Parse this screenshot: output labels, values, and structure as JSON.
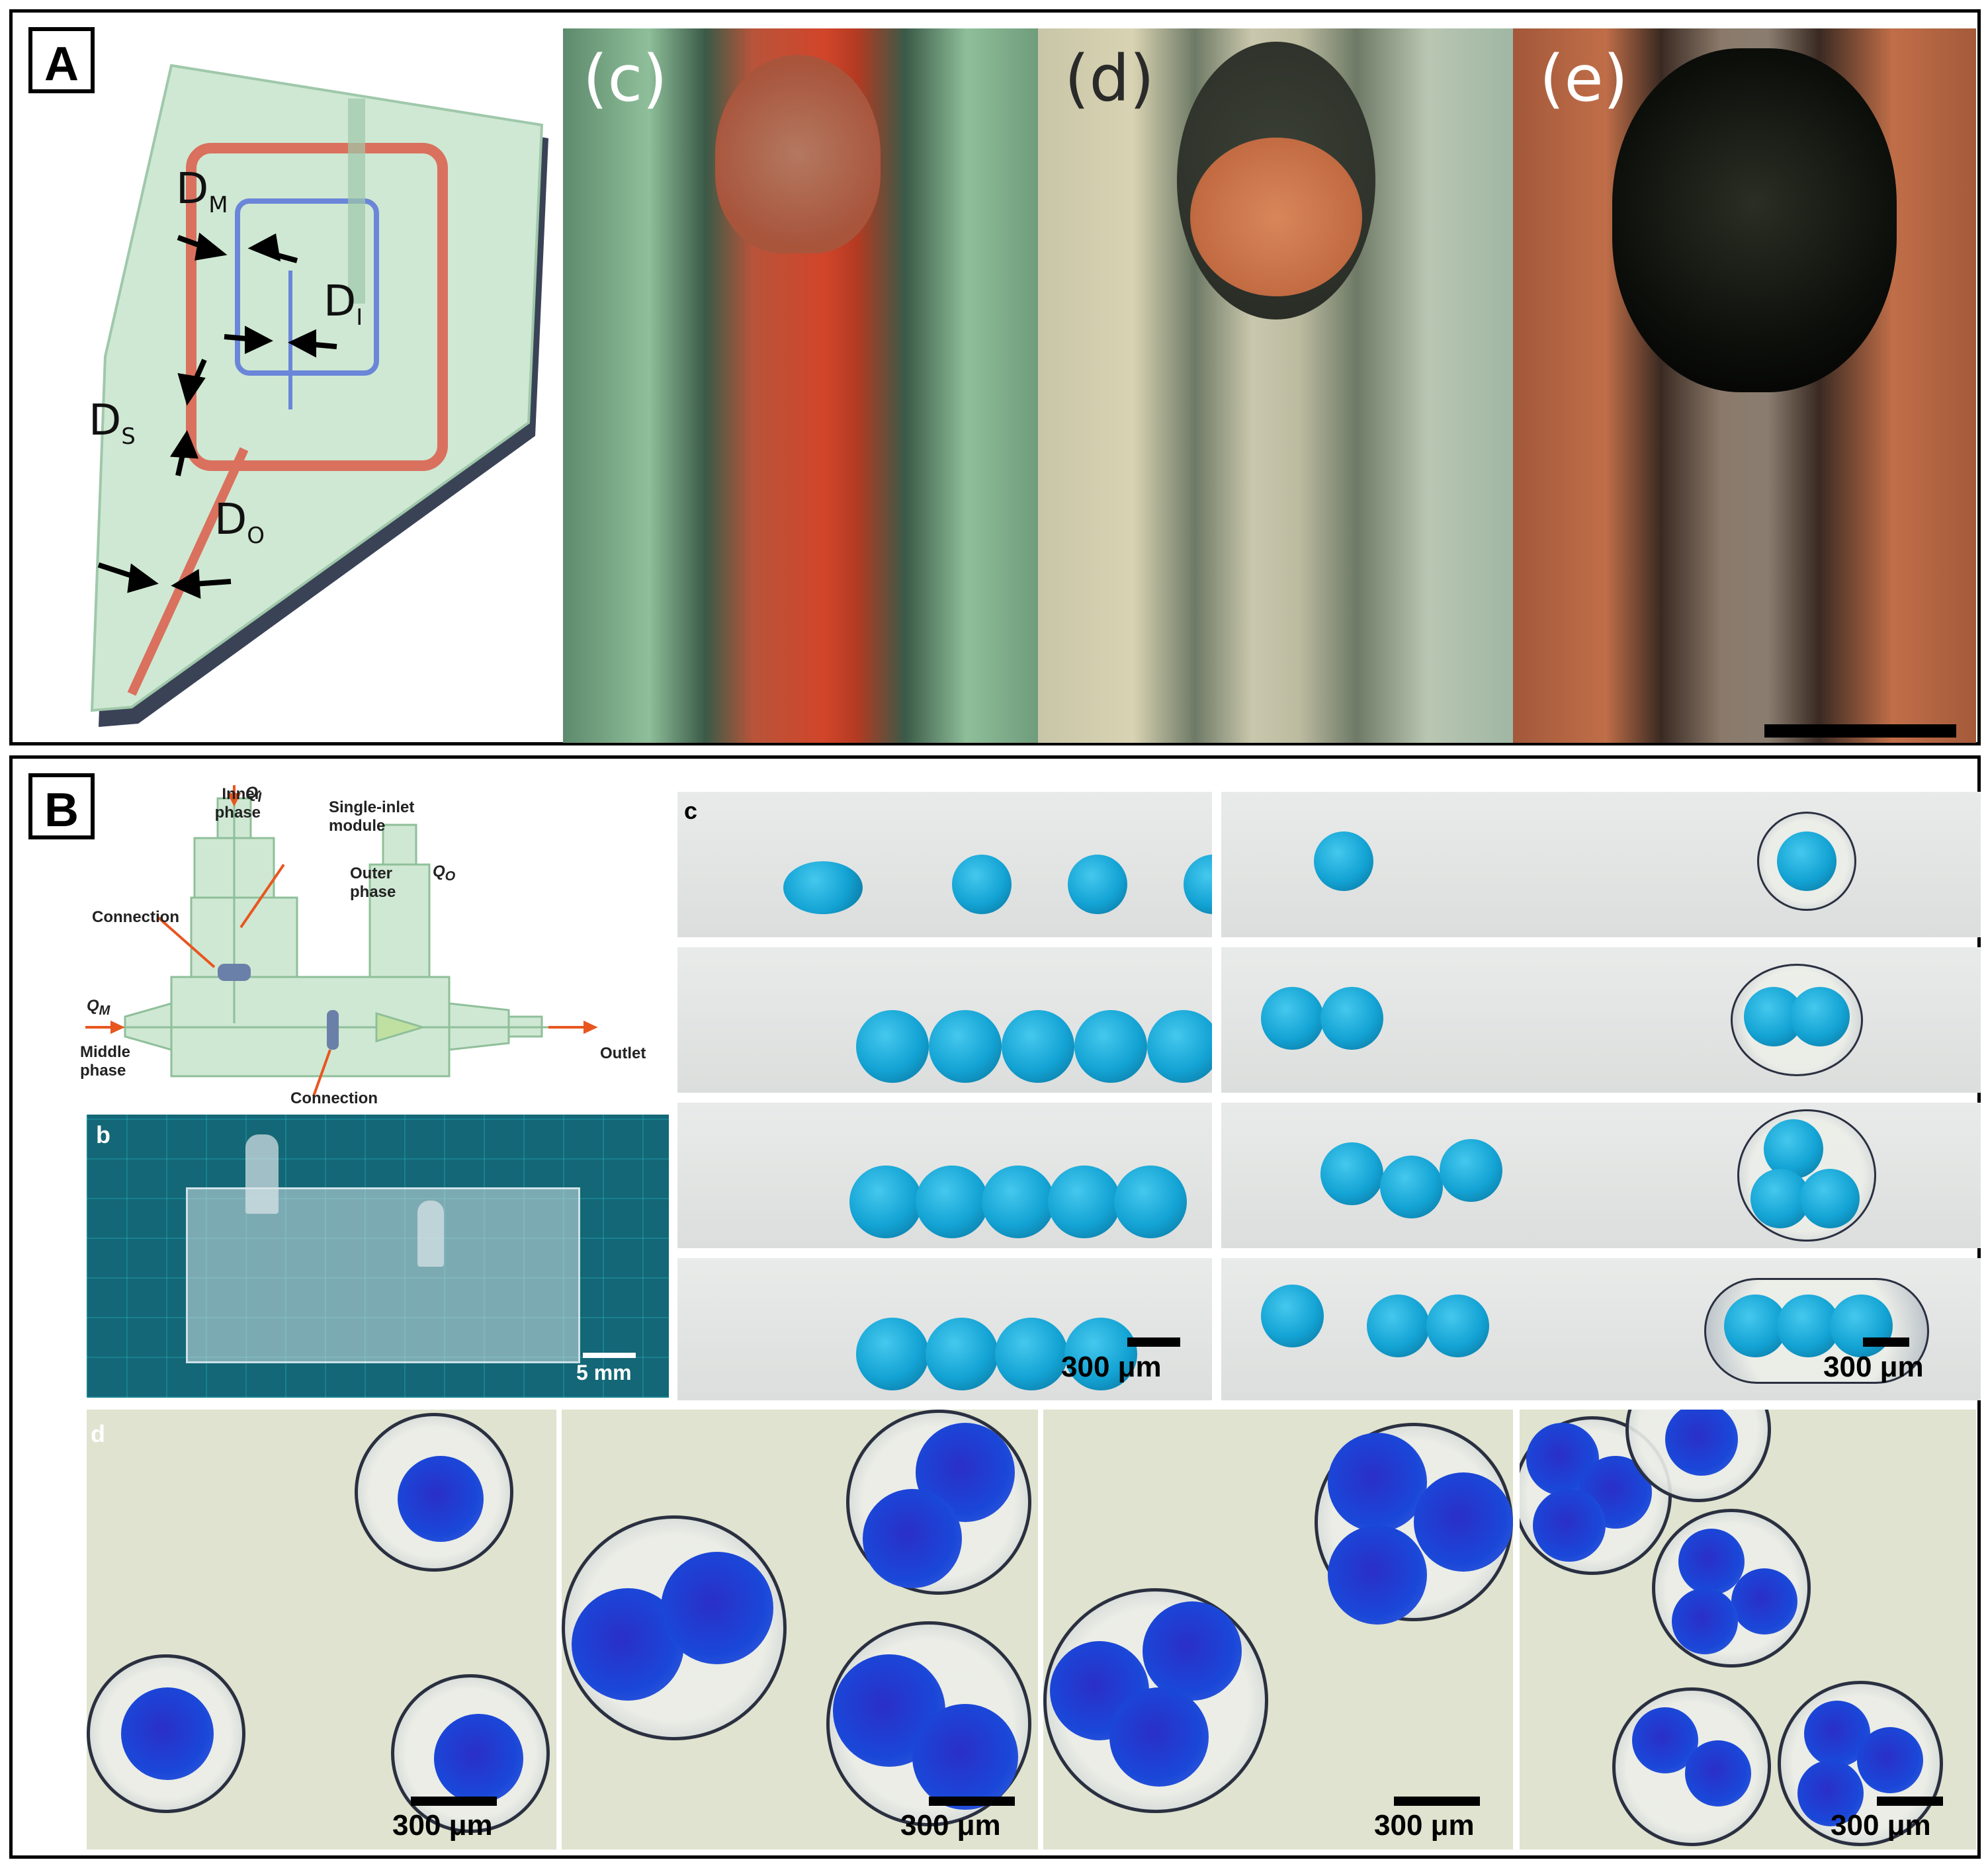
{
  "panel_A": {
    "label": "A",
    "dimension_labels": [
      {
        "main": "D",
        "sub": "M"
      },
      {
        "main": "D",
        "sub": "I"
      },
      {
        "main": "D",
        "sub": "S"
      },
      {
        "main": "D",
        "sub": "O"
      }
    ],
    "photos": [
      {
        "tag": "(c)"
      },
      {
        "tag": "(d)"
      },
      {
        "tag": "(e)"
      }
    ]
  },
  "panel_B": {
    "label": "B",
    "diagram": {
      "inner_phase": "Inner\nphase",
      "q_inner": "Q",
      "q_inner_sub": "I",
      "single_inlet": "Single-inlet\nmodule",
      "outer_phase": "Outer\nphase",
      "q_outer": "Q",
      "q_outer_sub": "O",
      "connection_top": "Connection",
      "q_middle": "Q",
      "q_middle_sub": "M",
      "middle_phase": "Middle\nphase",
      "outlet": "Outlet",
      "connection_bottom": "Connection"
    },
    "photo_b": {
      "label": "b",
      "scale": "5 mm"
    },
    "section_c": {
      "label": "c",
      "scale_left": "300 μm",
      "scale_right": "300 μm"
    },
    "section_d": {
      "label": "d",
      "scales": [
        "300 μm",
        "300 μm",
        "300 μm",
        "300 μm"
      ]
    }
  },
  "colors": {
    "device_green": "#cfe8d3",
    "channel_red": "#d9715e",
    "channel_blue": "#6b86d8",
    "droplet_cyan": "#13a3d4",
    "core_blue": "#1a47d8"
  }
}
